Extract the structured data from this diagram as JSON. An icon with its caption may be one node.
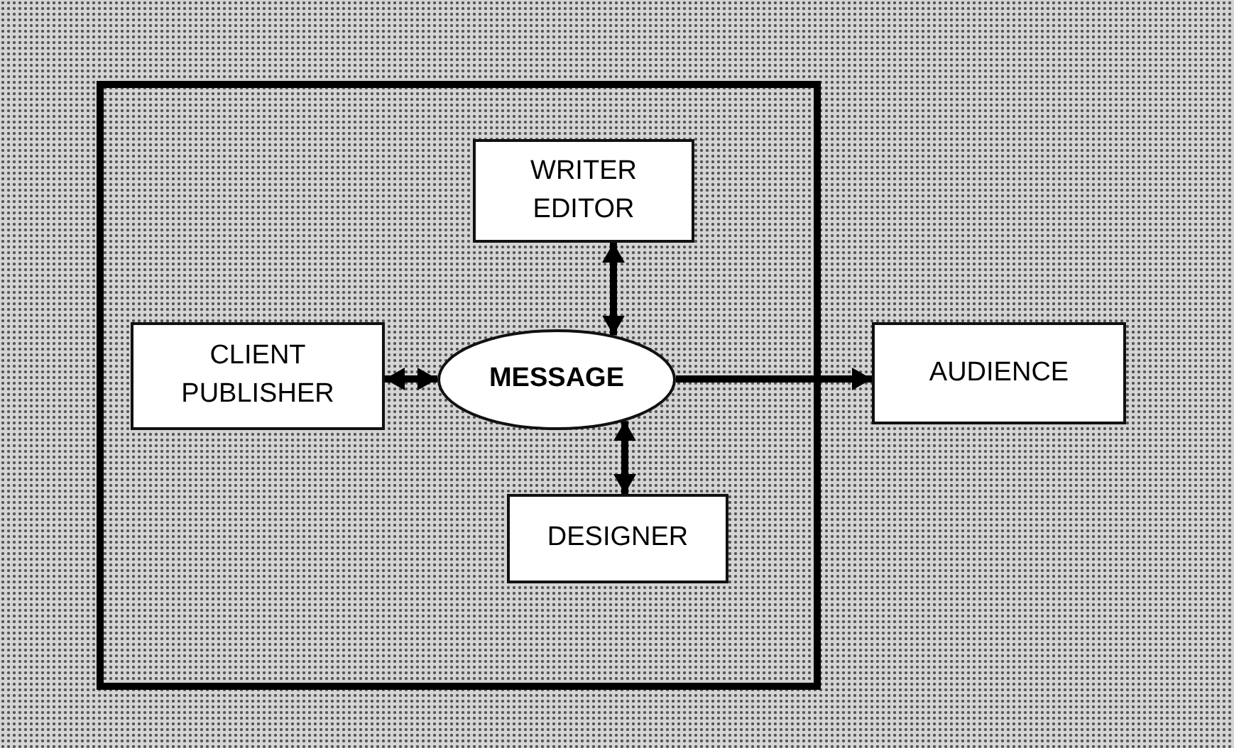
{
  "diagram": {
    "nodes": [
      {
        "text": [],
        "shape": "box"
      },
      {
        "text": [
          "WRITER EDITOR"
        ],
        "in": 0
      },
      {
        "text": [
          "CLIENT PUBLISHER"
        ],
        "in": 0
      },
      {
        "text": [
          "MESSAGE"
        ],
        "in": 0
      },
      {
        "text": [
          "DESIGNER"
        ],
        "in": 0
      },
      {
        "text": [
          "AUDIENCE"
        ]
      }
    ],
    "edges": [
      {
        "from": 1,
        "to": 3,
        "arrow": "both"
      },
      {
        "from": 2,
        "to": 3,
        "arrow": "both"
      },
      {
        "from": 3,
        "to": 4,
        "arrow": "both"
      },
      {
        "from": 3,
        "to": 5,
        "arrow": "to"
      }
    ]
  }
}
